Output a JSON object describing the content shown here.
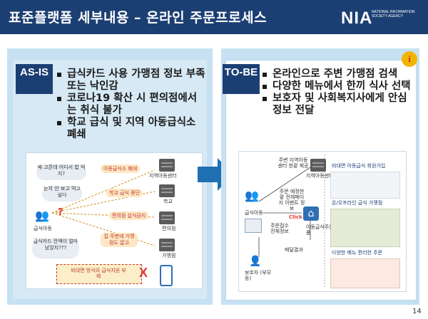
{
  "header": {
    "title": "표준플랫폼 세부내용 – 온라인 주문프로세스",
    "logo": "NIA",
    "logo_sub": "NATIONAL INFORMATION SOCIETY AGENCY"
  },
  "as_is": {
    "tag": "AS-IS",
    "bullets": [
      "급식카드 사용 가맹점 정보 부족 또는 낙인감",
      "코로나19 확산 시 편의점에서는 취식 불가",
      "학교 급식 및 지역 아동급식소 폐쇄"
    ],
    "diagram": {
      "bubble1": "배 고픈데 어디서 밥 먹지?",
      "bubble2": "눈치 안 보고 먹고 싶다",
      "bubble3": "급식카드 잔액이 얼마 남았지???",
      "child_label": "급식아동",
      "pill1": "아동급식소 폐쇄",
      "pill2": "학교 급식 중단",
      "pill3": "편의점 섭식금지",
      "pill4": "집 주변에 가맹점도 없고",
      "server1": "지역아동센터",
      "server2": "학교",
      "server3": "편의점",
      "server4": "가맹점",
      "bottom_note": "비대면 방식의 급식지원 부재",
      "x_mark": "X"
    }
  },
  "to_be": {
    "tag": "TO-BE",
    "bullets": [
      "온라인으로 주변 가맹점 검색",
      "다양한 메뉴에서 한끼 식사 선택",
      "보호자 및 사회복지사에게 안심 정보 전달"
    ],
    "diagram": {
      "top_note": "주변 지역아동센터 현황 제공",
      "center_label": "지역아동센터",
      "child_label": "급식아동",
      "guardian_label": "보호자 (부모 등)",
      "mid_note": "주문 예정현황 전체페이지 이벤트 정보",
      "order_note": "주문접수 전체정보",
      "platform": "아동급식주문 플랫폼",
      "click": "Click",
      "delivery_note": "배달결과",
      "right_item1": "비대면 아동급식 회원가입",
      "right_item2": "온/오프라인 급식 가맹점",
      "right_item3": "다양한 메뉴 편리한 주문"
    }
  },
  "info_icon": "i",
  "page_number": "14"
}
